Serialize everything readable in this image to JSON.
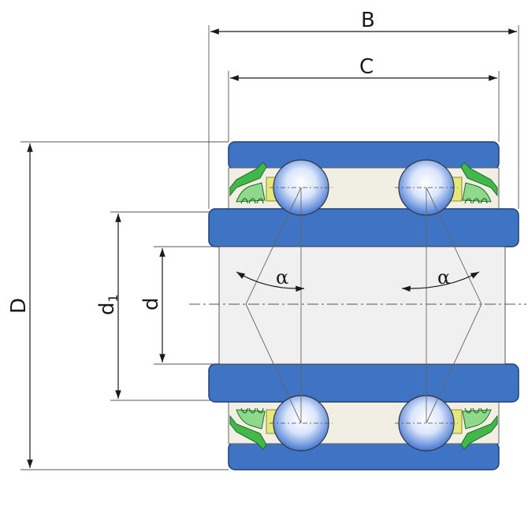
{
  "diagram": {
    "dimensions": {
      "B": "B",
      "C": "C",
      "D": "D",
      "d1_main": "d",
      "d1_sub": "1",
      "d": "d"
    },
    "angle_label": "α",
    "colors": {
      "ring": "#3f73c4",
      "ring_stroke": "#1f3f7a",
      "raceway_fill": "#f1efe4",
      "seal": "#43b84a",
      "seal_light": "#8fd98a",
      "cage": "#e5e87a",
      "ball_center": "#ffffff",
      "ball_edge": "#3a6fd0",
      "dim_line": "#1a1a1a",
      "bore": "#f0f0f0"
    }
  }
}
